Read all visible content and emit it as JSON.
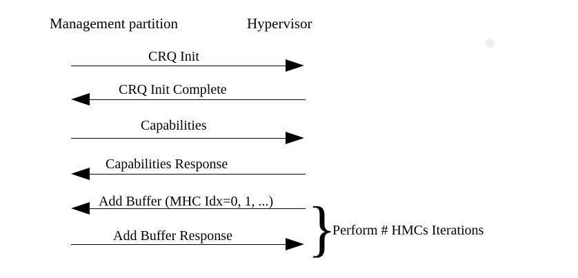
{
  "diagram": {
    "type": "sequence-diagram",
    "title": "",
    "lanes": [
      {
        "id": "management-partition",
        "label": "Management partition"
      },
      {
        "id": "hypervisor",
        "label": "Hypervisor"
      }
    ],
    "messages": [
      {
        "index": 1,
        "label": "CRQ Init",
        "direction": "right"
      },
      {
        "index": 2,
        "label": "CRQ Init Complete",
        "direction": "left"
      },
      {
        "index": 3,
        "label": "Capabilities",
        "direction": "right"
      },
      {
        "index": 4,
        "label": "Capabilities Response",
        "direction": "left"
      },
      {
        "index": 5,
        "label": "Add Buffer (MHC Idx=0, 1, ...)",
        "direction": "left"
      },
      {
        "index": 6,
        "label": "Add Buffer Response",
        "direction": "right"
      }
    ],
    "annotations": [
      {
        "id": "iteration-brace",
        "glyph": "}",
        "text": "Perform # HMCs Iterations",
        "covers_messages": [
          5,
          6
        ]
      }
    ],
    "colors": {
      "background": "#ffffff",
      "text": "#000000",
      "line": "#000000"
    }
  }
}
